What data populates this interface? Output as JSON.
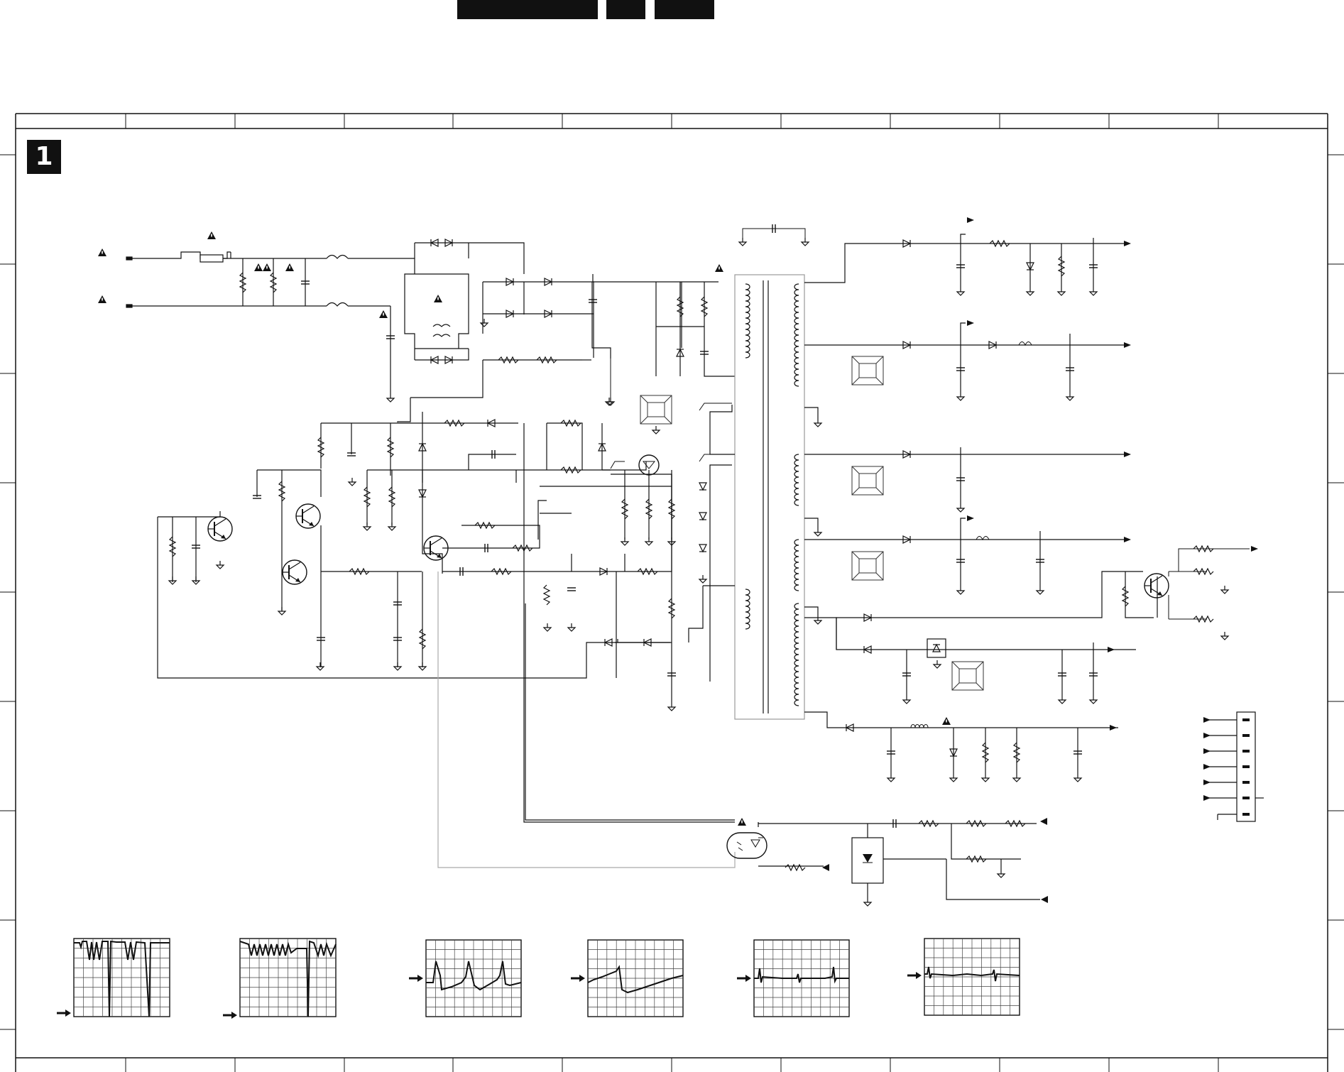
{
  "page": {
    "section_number": "1"
  },
  "colors": {
    "ink": "#111111",
    "trace": "#222222",
    "ground_return": "#aaaaaa",
    "paper": "#ffffff"
  },
  "icons": {
    "warning": "warning-triangle-icon",
    "ground": "ground-symbol-icon",
    "arrow": "output-arrow-icon",
    "heatsink": "heatsink-icon",
    "optocoupler": "optocoupler-icon"
  },
  "oscilloscopes": {
    "count": 6,
    "grid_rows": 8,
    "grid_cols": 10
  }
}
